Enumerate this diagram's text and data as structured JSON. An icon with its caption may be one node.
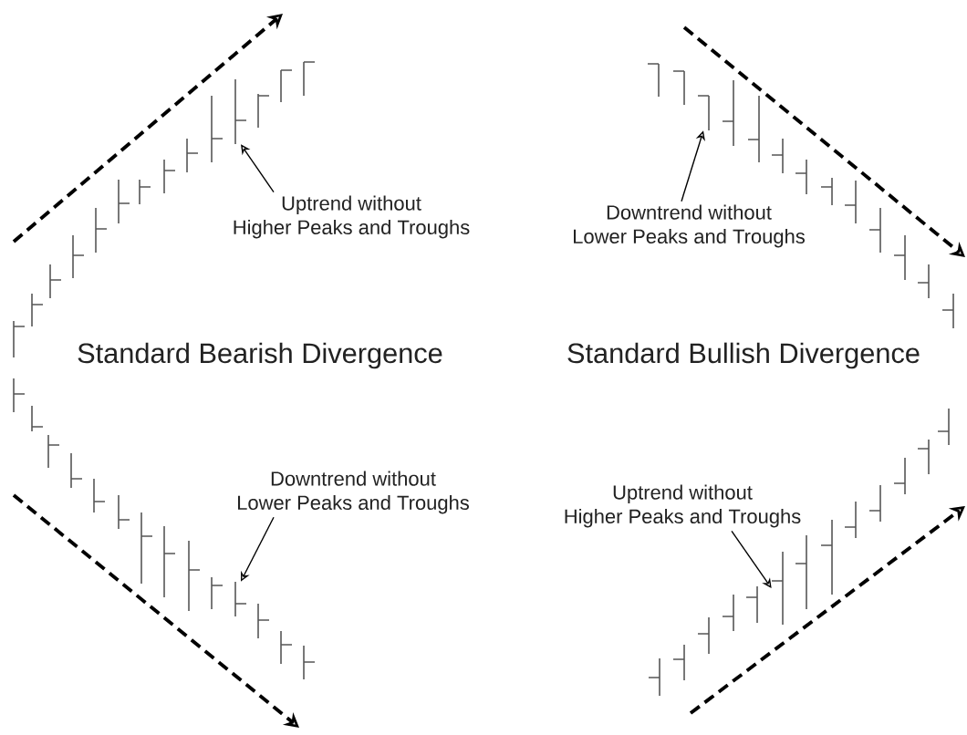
{
  "diagram": {
    "nodes": [
      {
        "text": [
          "Uptrend without Higher Peaks and Troughs"
        ]
      },
      {
        "text": [
          "Downtrend without Lower Peaks and Troughs"
        ]
      },
      {
        "text": [
          "Downtrend without Lower Peaks and Troughs"
        ]
      },
      {
        "text": [
          "Uptrend without Higher Peaks and Troughs"
        ]
      },
      {
        "text": [],
        "shape": "bar"
      },
      {
        "text": [],
        "shape": "bar"
      },
      {
        "text": [],
        "shape": "bar"
      },
      {
        "text": [],
        "shape": "bar"
      }
    ],
    "edges": [
      {
        "from": 0,
        "to": 4,
        "arrow": "to"
      },
      {
        "from": 1,
        "to": 5,
        "arrow": "to"
      },
      {
        "from": 2,
        "to": 6,
        "arrow": "to"
      },
      {
        "from": 3,
        "to": 7,
        "arrow": "to"
      }
    ],
    "labels": [
      "Standard Bearish Divergence",
      "Standard Bullish Divergence"
    ]
  }
}
